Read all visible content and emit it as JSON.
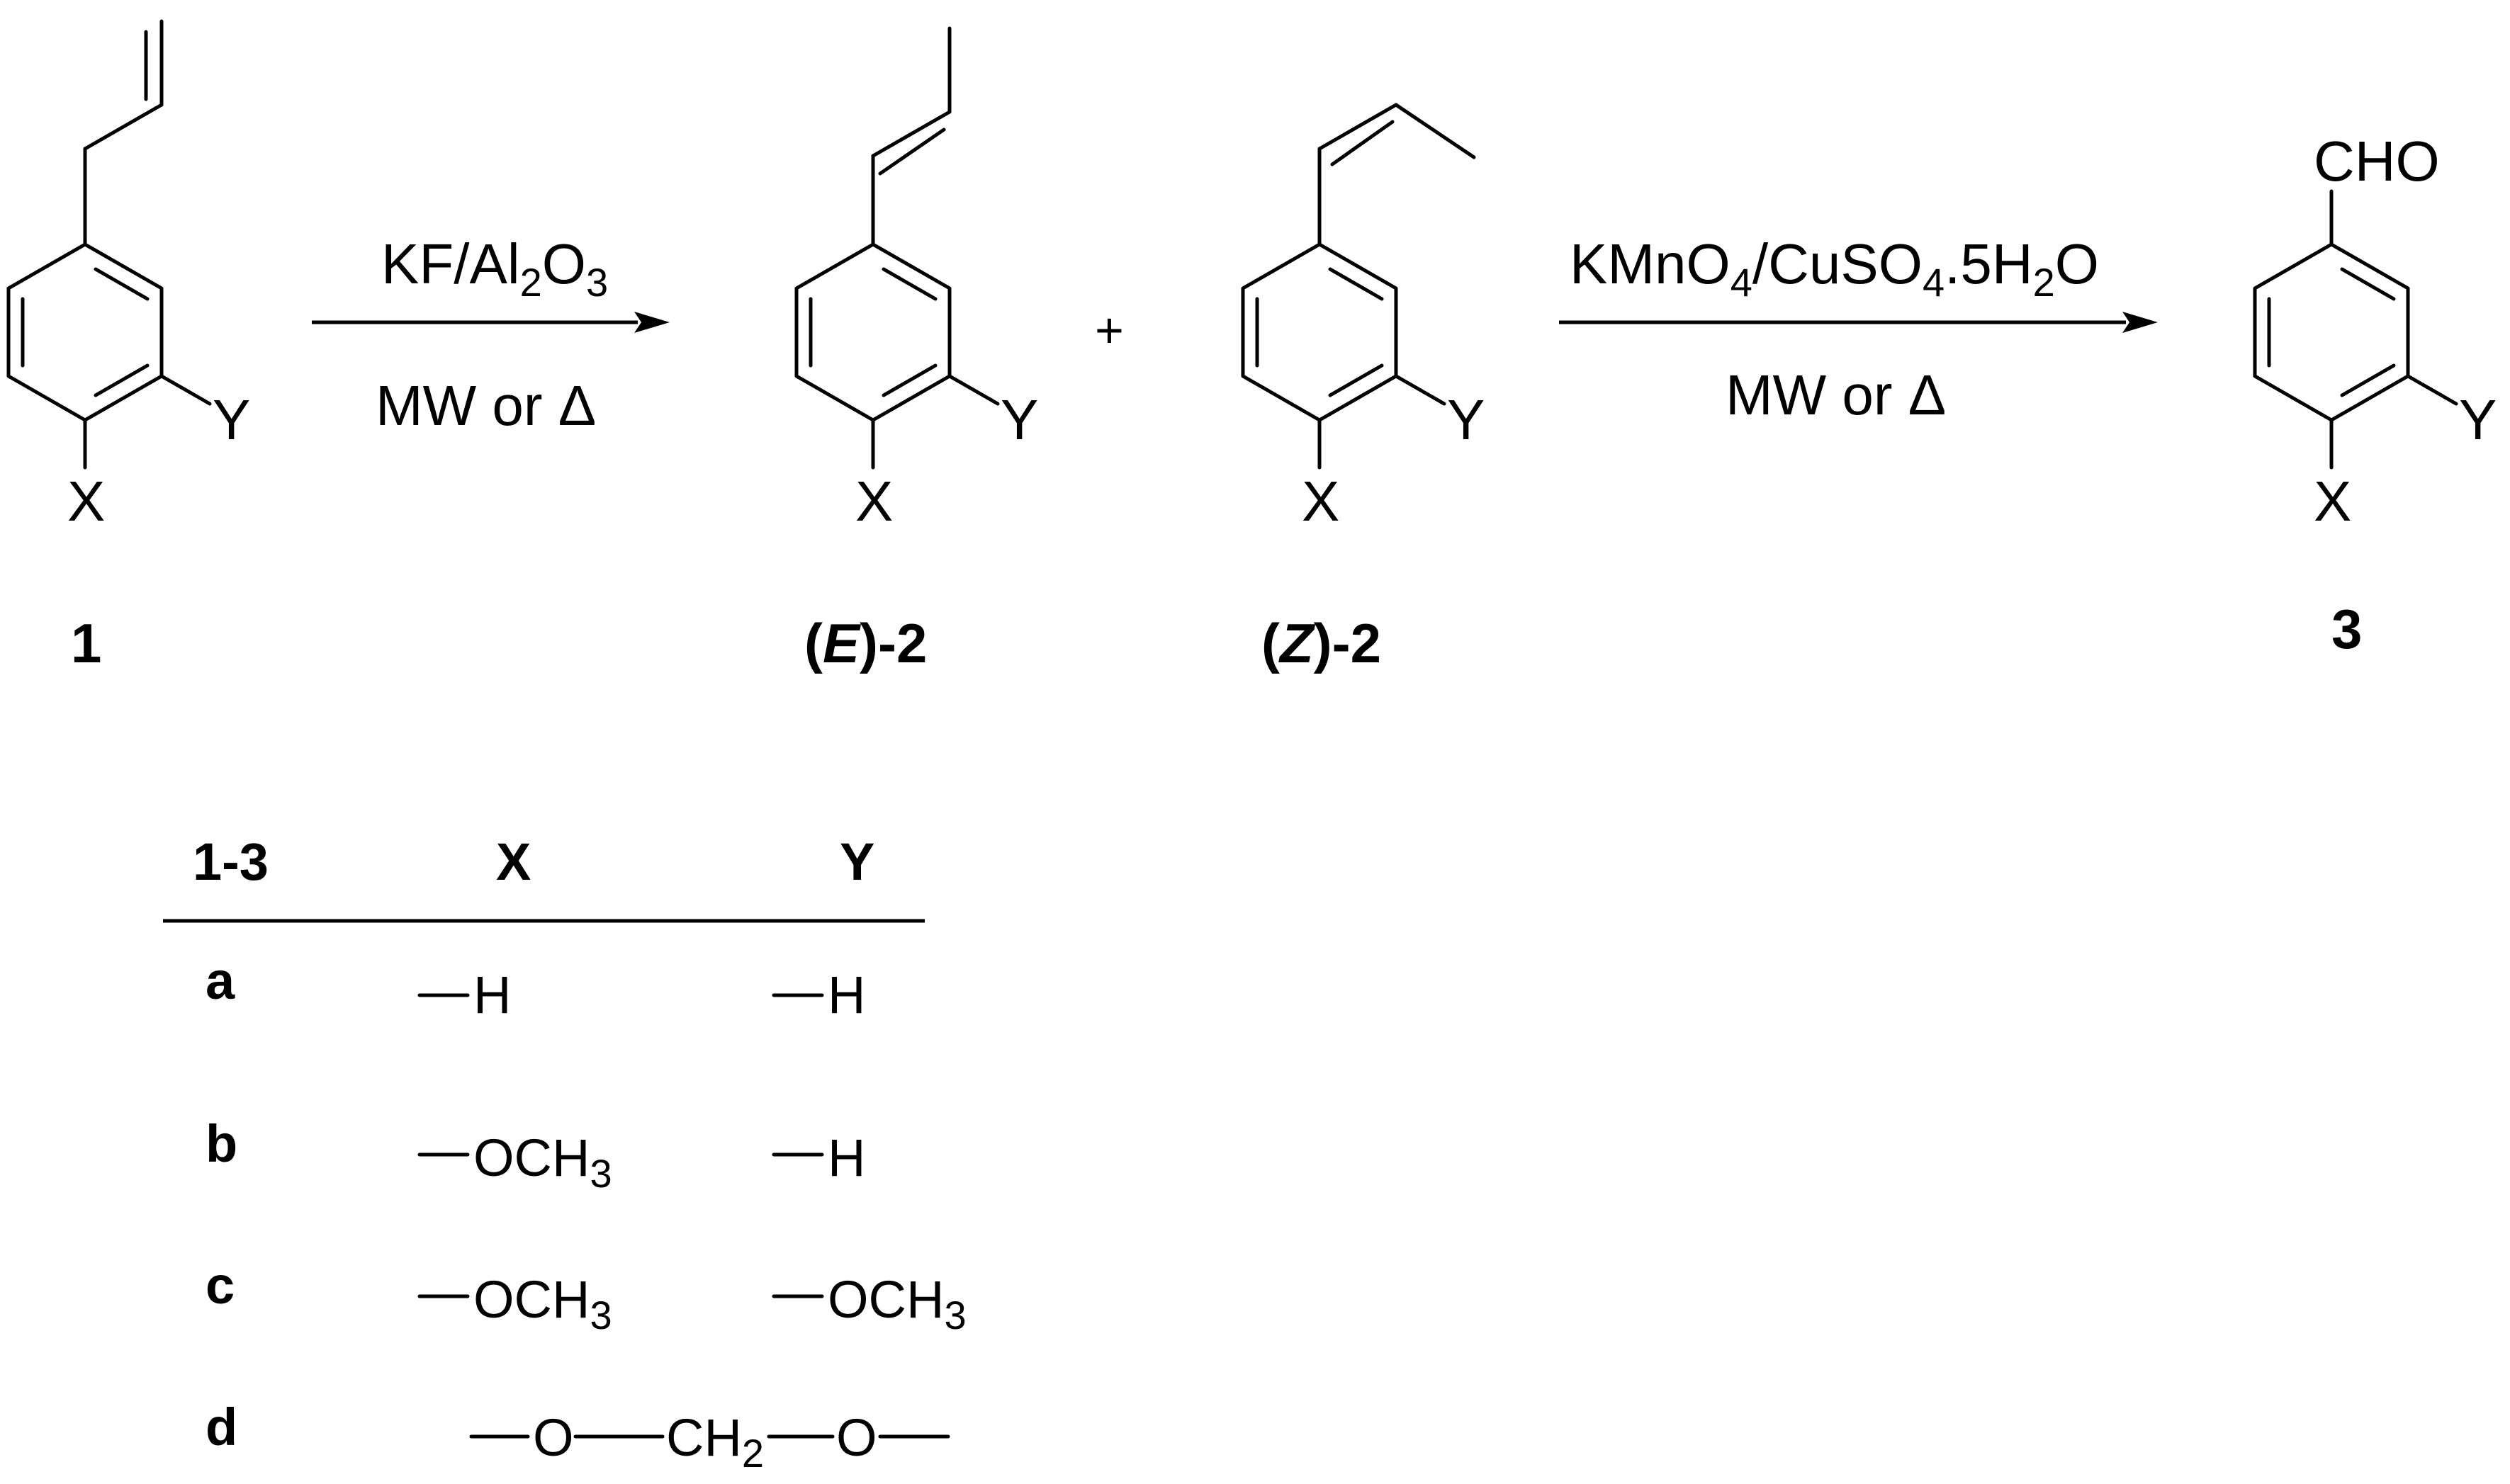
{
  "atoms": {
    "x": "X",
    "y": "Y",
    "cho": "CHO"
  },
  "plus": "+",
  "reaction1": {
    "reagent_parts": [
      "KF/Al",
      "2",
      "O",
      "3"
    ],
    "conditions": "MW or Δ"
  },
  "reaction2": {
    "reagent_parts": [
      "KMnO",
      "4",
      "/CuSO",
      "4",
      ".5H",
      "2",
      "O"
    ],
    "conditions": "MW or Δ"
  },
  "compounds": {
    "c1": "1",
    "e2_open": "(",
    "e2_italic": "E",
    "e2_rest": ")-2",
    "z2_open": "(",
    "z2_italic": "Z",
    "z2_rest": ")-2",
    "c3": "3"
  },
  "table": {
    "headers": [
      "1-3",
      "X",
      "Y"
    ],
    "rows": [
      {
        "id": "a",
        "x": [
          "H"
        ],
        "y": [
          "H"
        ]
      },
      {
        "id": "b",
        "x": [
          "OCH",
          "3"
        ],
        "y": [
          "H"
        ]
      },
      {
        "id": "c",
        "x": [
          "OCH",
          "3"
        ],
        "y": [
          "OCH",
          "3"
        ]
      },
      {
        "id": "d",
        "bridge": [
          "O",
          "CH",
          "2",
          "O"
        ]
      }
    ]
  }
}
